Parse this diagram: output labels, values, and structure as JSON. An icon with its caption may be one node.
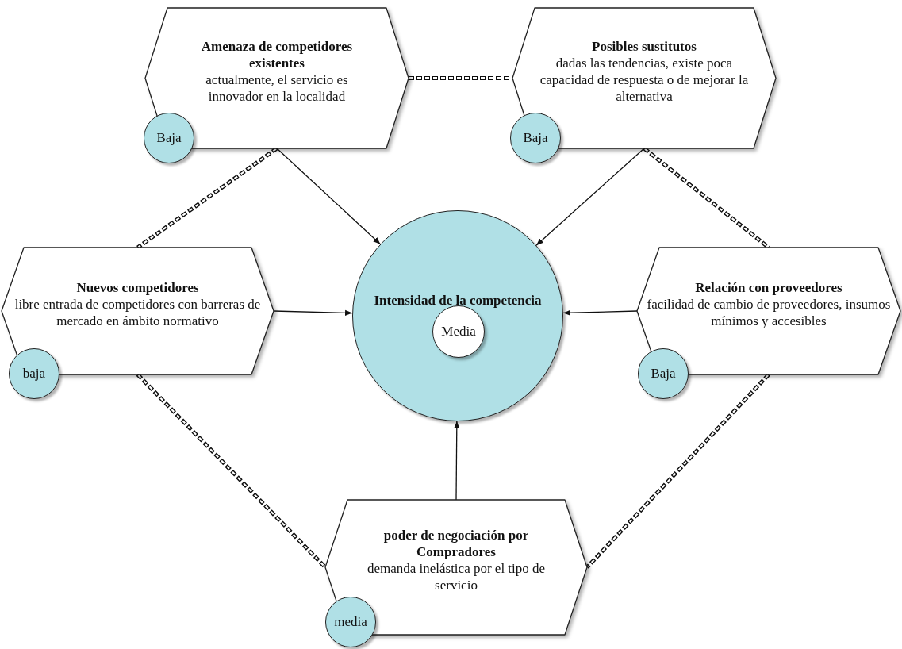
{
  "diagram": {
    "nodes": [
      {
        "text": [
          "Amenaza de competidores existentes",
          "actualmente, el servicio es innovador en la localidad"
        ]
      },
      {
        "text": [
          "Baja"
        ]
      },
      {
        "text": [
          "Posibles sustitutos",
          "dadas las tendencias, existe poca capacidad de respuesta o de mejorar la alternativa"
        ]
      },
      {
        "text": [
          "Baja"
        ]
      },
      {
        "text": [
          "Nuevos competidores",
          "libre entrada de competidores con barreras de mercado en ámbito normativo"
        ]
      },
      {
        "text": [
          "baja"
        ]
      },
      {
        "text": [
          "Intensidad de la competencia"
        ]
      },
      {
        "text": [
          "Media"
        ],
        "in": 6
      },
      {
        "text": [
          "Relación con proveedores",
          "facilidad de cambio de proveedores, insumos mínimos y accesibles"
        ]
      },
      {
        "text": [
          "Baja"
        ]
      },
      {
        "text": [
          "poder de negociación por Compradores",
          "demanda inelástica por el tipo de servicio"
        ]
      },
      {
        "text": [
          "media"
        ]
      }
    ],
    "edges": [
      {
        "from": 0,
        "to": 6,
        "arrow": "to"
      },
      {
        "from": 2,
        "to": 6,
        "arrow": "to"
      },
      {
        "from": 4,
        "to": 6,
        "arrow": "to"
      },
      {
        "from": 8,
        "to": 6,
        "arrow": "to"
      },
      {
        "from": 10,
        "to": 6,
        "arrow": "to"
      },
      {
        "from": 0,
        "to": 2,
        "arrow": "none",
        "style": "dashed"
      },
      {
        "from": 0,
        "to": 4,
        "arrow": "none",
        "style": "dashed"
      },
      {
        "from": 2,
        "to": 8,
        "arrow": "none",
        "style": "dashed"
      },
      {
        "from": 4,
        "to": 10,
        "arrow": "none",
        "style": "dashed"
      },
      {
        "from": 8,
        "to": 10,
        "arrow": "none",
        "style": "dashed"
      }
    ]
  }
}
